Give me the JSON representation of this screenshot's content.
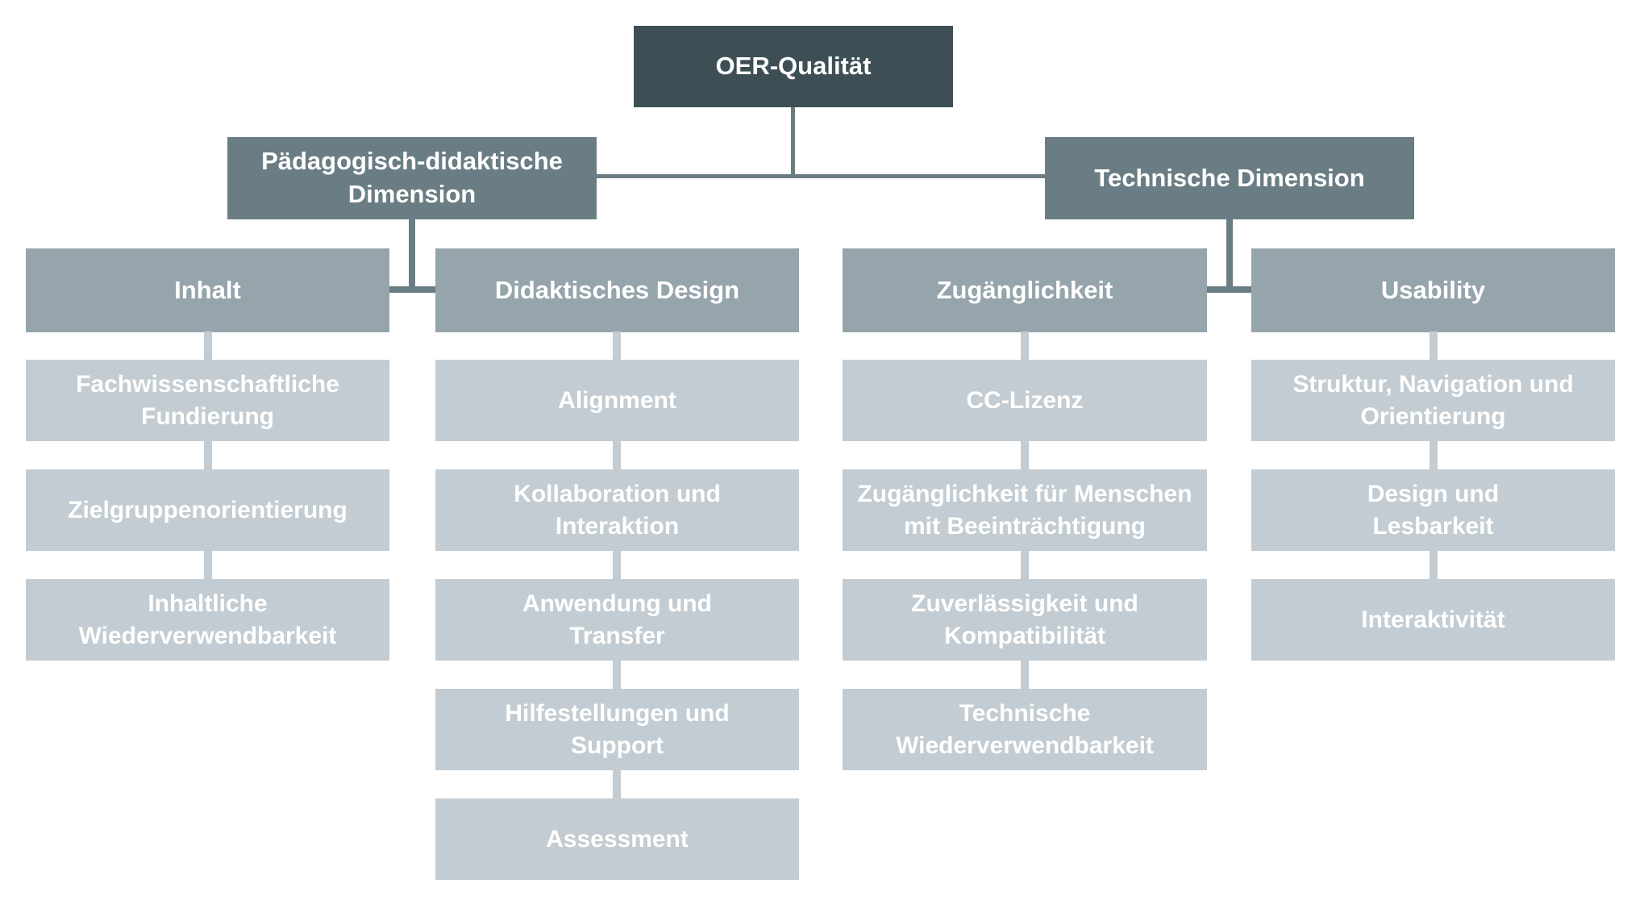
{
  "root": {
    "label": "OER-Qualität"
  },
  "branches": [
    {
      "label": "Pädagogisch-didaktische\nDimension"
    },
    {
      "label": "Technische Dimension"
    }
  ],
  "columns": [
    {
      "header": "Inhalt",
      "items": [
        "Fachwissenschaftliche\nFundierung",
        "Zielgruppenorientierung",
        "Inhaltliche\nWiederverwendbarkeit"
      ]
    },
    {
      "header": "Didaktisches Design",
      "items": [
        "Alignment",
        "Kollaboration und\nInteraktion",
        "Anwendung und\nTransfer",
        "Hilfestellungen und\nSupport",
        "Assessment"
      ]
    },
    {
      "header": "Zugänglichkeit",
      "items": [
        "CC-Lizenz",
        "Zugänglichkeit für Menschen\nmit Beeinträchtigung",
        "Zuverlässigkeit und\nKompatibilität",
        "Technische\nWiederverwendbarkeit"
      ]
    },
    {
      "header": "Usability",
      "items": [
        "Struktur, Navigation und\nOrientierung",
        "Design und\nLesbarkeit",
        "Interaktivität"
      ]
    }
  ],
  "colors": {
    "root_bg": "#3D4F55",
    "dimension_bg": "#6B7D84",
    "category_bg": "#96A4AB",
    "item_bg": "#C3CCD2",
    "text": "#FFFFFF",
    "connector_dark": "#6B7D84",
    "connector_light": "#C3CCD2"
  }
}
